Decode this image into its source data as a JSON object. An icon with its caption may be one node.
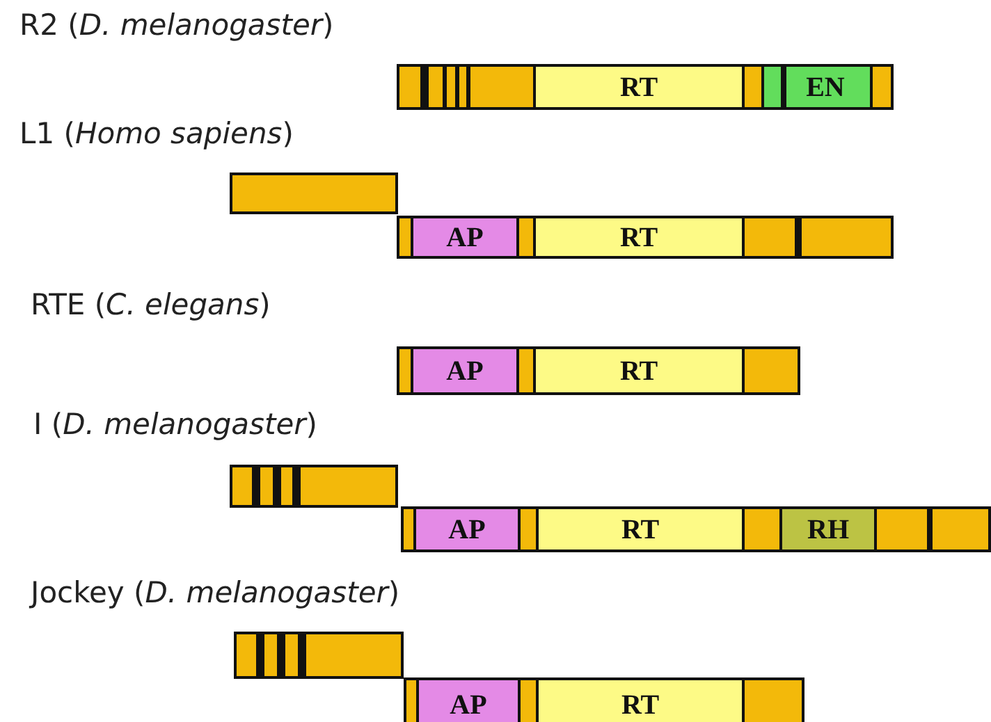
{
  "diagram": {
    "nodes": [
      {
        "text": [],
        "shape": "bar"
      },
      {
        "text": [
          "RT"
        ],
        "in": 0
      },
      {
        "text": [
          "EN"
        ],
        "in": 0
      },
      {
        "text": [],
        "shape": "bar"
      },
      {
        "text": [],
        "shape": "bar"
      },
      {
        "text": [
          "AP"
        ],
        "in": 4
      },
      {
        "text": [
          "RT"
        ],
        "in": 4
      },
      {
        "text": [],
        "shape": "bar"
      },
      {
        "text": [
          "AP"
        ],
        "in": 7
      },
      {
        "text": [
          "RT"
        ],
        "in": 7
      },
      {
        "text": [],
        "shape": "bar"
      },
      {
        "text": [],
        "shape": "bar"
      },
      {
        "text": [
          "AP"
        ],
        "in": 11
      },
      {
        "text": [
          "RT"
        ],
        "in": 11
      },
      {
        "text": [
          "RH"
        ],
        "in": 11
      },
      {
        "text": [],
        "shape": "bar"
      },
      {
        "text": [],
        "shape": "bar"
      },
      {
        "text": [
          "AP"
        ],
        "in": 16
      },
      {
        "text": [
          "RT"
        ],
        "in": 16
      }
    ],
    "labels": [
      "R2 (*D. melanogaster*)",
      "L1 (*Homo sapiens*)",
      "RTE (*C. elegans*)",
      "I (*D. melanogaster*)",
      "Jockey (*D. melanogaster*)"
    ]
  }
}
